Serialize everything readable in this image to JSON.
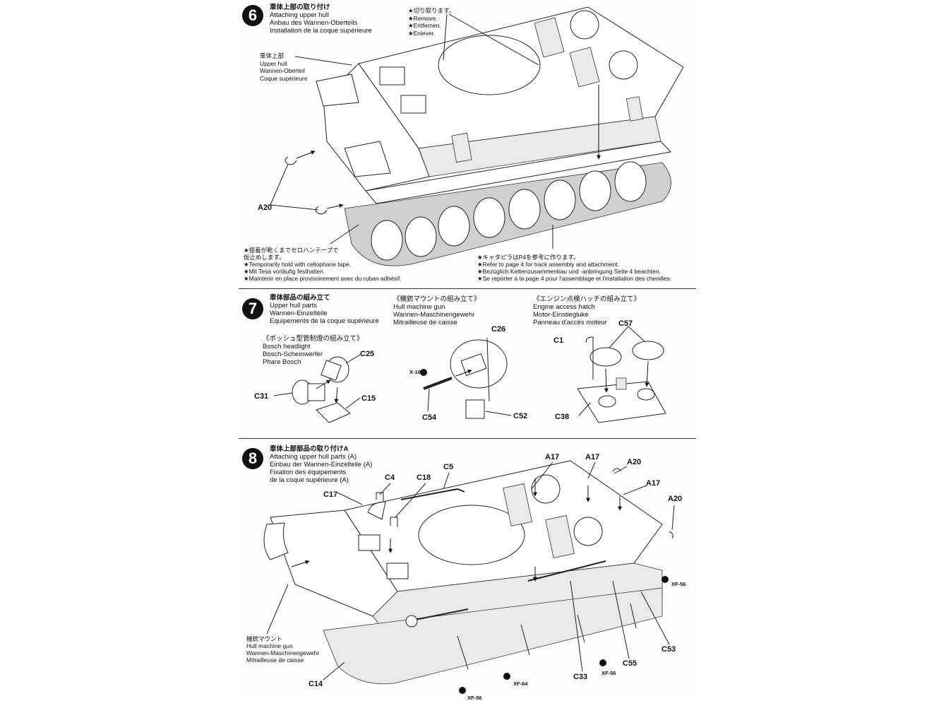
{
  "step6": {
    "number": "6",
    "title": [
      "車体上部の取り付け",
      "Attaching upper hull",
      "Anbau des Wannen-Oberteils",
      "Installation de la coque supérieure"
    ],
    "remove_note": [
      "★切り取ります。",
      "★Remove.",
      "★Entfernen.",
      "★Enlever."
    ],
    "part_caption": [
      "車体上部",
      "Upper hull",
      "Wannen-Oberteil",
      "Coque supérieure"
    ],
    "labels": {
      "a20": "A20"
    },
    "tape_note": [
      "★接着が乾くまでセロハンテープで",
      "仮止めします。",
      "★Temporarily hold with cellophane tape.",
      "★Mit Tesa vorläufig festhalten.",
      "★Maintenir en place provisoirement avec du ruban adhésif."
    ],
    "track_note": [
      "★キャタピラはP4を参考に作ります。",
      "★Refer to page 4 for track assembly and attachment.",
      "★Bezüglich Kettenzusammenbau und -anbringung Seite 4 beachten.",
      "★Se reporter à la page 4 pour l'assemblage et l'installation des chenilles."
    ]
  },
  "step7": {
    "number": "7",
    "title": [
      "車体部品の組み立て",
      "Upper hull parts",
      "Wannen-Einzelteile",
      "Equipements de la coque supérieure"
    ],
    "mg_title": [
      "《機銃マウントの組み立て》",
      "Hull machine gun",
      "Wannen-Maschinengewehr",
      "Mitrailleuse de caisse"
    ],
    "hatch_title": [
      "《エンジン点検ハッチの組み立て》",
      "Engine access hatch",
      "Motor-Einstiegluke",
      "Panneau d'accès moteur"
    ],
    "light_title": [
      "《ボッシュ型管制燈の組み立て》",
      "Bosch headlight",
      "Bosch-Scheinwerfer",
      "Phare Bosch"
    ],
    "labels": {
      "c25": "C25",
      "c31": "C31",
      "c15": "C15",
      "c26": "C26",
      "x10": "X-10",
      "c54": "C54",
      "c52": "C52",
      "c1": "C1",
      "c57": "C57",
      "c38": "C38"
    }
  },
  "step8": {
    "number": "8",
    "title": [
      "車体上部部品の取り付けA",
      "Attaching upper hull parts (A)",
      "Einbau der Wannen-Einzelteile (A)",
      "Fixation des équipements",
      "de la coque supérieure (A)"
    ],
    "mg_caption": [
      "機銃マウント",
      "Hull machine gun",
      "Wannen-Maschinengewehr",
      "Mitrailleuse de caisse"
    ],
    "labels": {
      "c17": "C17",
      "c4": "C4",
      "c18": "C18",
      "c5": "C5",
      "a17a": "A17",
      "a17b": "A17",
      "a17c": "A17",
      "a20a": "A20",
      "a20b": "A20",
      "c53": "C53",
      "c55": "C55",
      "c33": "C33",
      "c14": "C14"
    },
    "paints": {
      "xf56a": "XF-56",
      "xf56b": "XF-56",
      "xf56c": "XF-56",
      "xf64": "XF-64"
    }
  }
}
